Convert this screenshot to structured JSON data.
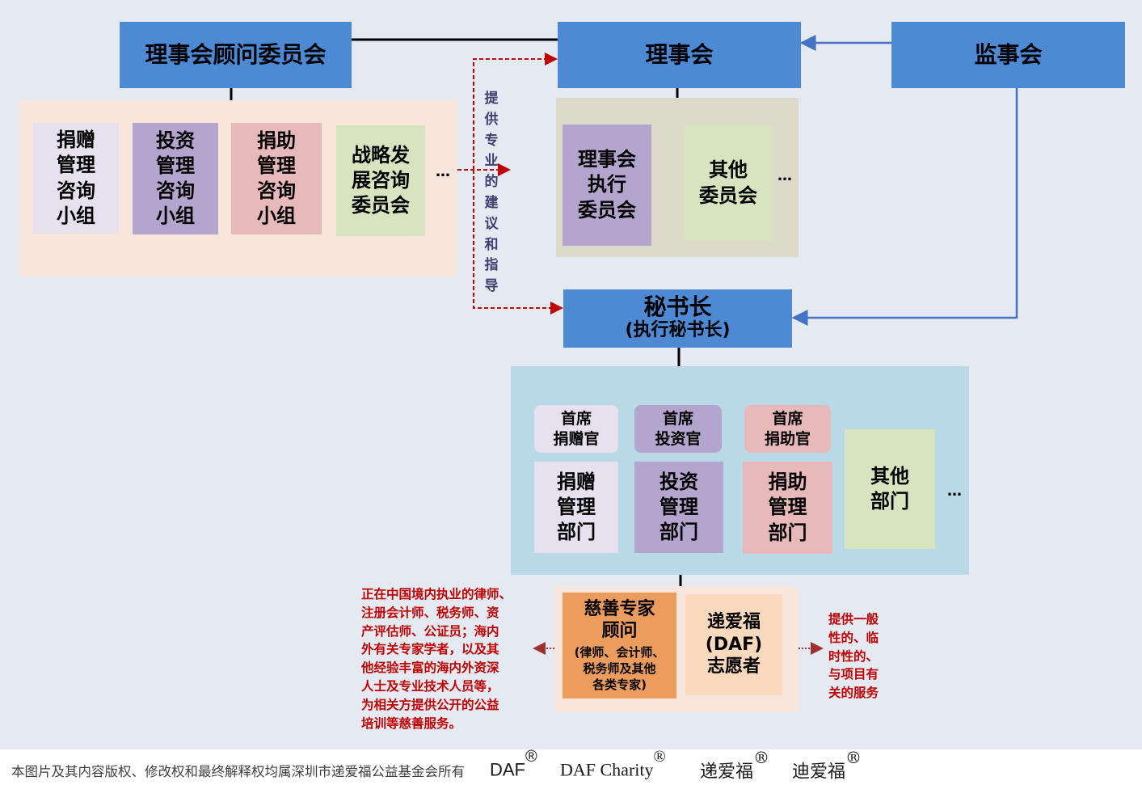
{
  "top": {
    "advisory_committee": "理事会顾问委员会",
    "board": "理事会",
    "supervisory_board": "监事会"
  },
  "advisory_groups": [
    {
      "label": "捐赠\n管理\n咨询\n小组",
      "color": "#e6e1ee"
    },
    {
      "label": "投资\n管理\n咨询\n小组",
      "color": "#b3a5cd"
    },
    {
      "label": "捐助\n管理\n咨询\n小组",
      "color": "#e8b9bb"
    },
    {
      "label": "战略发\n展咨询\n委员会",
      "color": "#d8e4bf"
    }
  ],
  "advisory_ellipsis": "…",
  "advice_note": "提供专业的建议和指导",
  "board_committees": [
    {
      "label": "理事会\n执行\n委员会",
      "color": "#b3a5cd"
    },
    {
      "label": "其他\n委员会",
      "color": "#d8e4bf"
    }
  ],
  "board_ellipsis": "…",
  "secretary_general": {
    "title": "秘书长",
    "subtitle": "(执行秘书长)"
  },
  "officers": [
    {
      "label": "首席\n捐赠官",
      "color": "#e6e1ee"
    },
    {
      "label": "首席\n投资官",
      "color": "#b3a5cd"
    },
    {
      "label": "首席\n捐助官",
      "color": "#e8b9bb"
    }
  ],
  "departments": [
    {
      "label": "捐赠\n管理\n部门",
      "color": "#e6e1ee"
    },
    {
      "label": "投资\n管理\n部门",
      "color": "#b3a5cd"
    },
    {
      "label": "捐助\n管理\n部门",
      "color": "#e8b9bb"
    },
    {
      "label": "其他\n部门",
      "color": "#d8e4bf"
    }
  ],
  "departments_ellipsis": "…",
  "experts": {
    "title": "慈善专家\n顾问",
    "subtitle": "(律师、会计师、\n税务师及其他\n各类专家)"
  },
  "volunteers": "递爱福\n(DAF)\n志愿者",
  "experts_note": "正在中国境内执业的律师、\n注册会计师、税务师、资\n产评估师、公证员；海内\n外有关专家学者，以及其\n他经验丰富的海内外资深\n人士及专业技术人员等，\n为相关方提供公开的公益\n培训等慈善服务。",
  "volunteers_note": "提供一般\n性的、临\n时性的、\n与项目有\n关的服务",
  "footer": {
    "copyright": "本图片及其内容版权、修改权和最终解释权均属深圳市递爱福公益基金会所有",
    "brands": [
      "DAF",
      "DAF Charity",
      "递爱福",
      "迪爱福"
    ],
    "registered_mark": "®"
  },
  "colors": {
    "blue_box": "#4e89d4",
    "background": "#e4e9f2",
    "advisory_panel": "#f8e6dd",
    "board_panel": "#dcdac8",
    "staff_panel": "#b9d9e6",
    "volunteer_panel": "#f8e6dd",
    "expert_box": "#ec9d5e",
    "volunteer_box": "#fad9bd",
    "arrow_red": "#c00000",
    "arrow_blue": "#4472c4"
  }
}
